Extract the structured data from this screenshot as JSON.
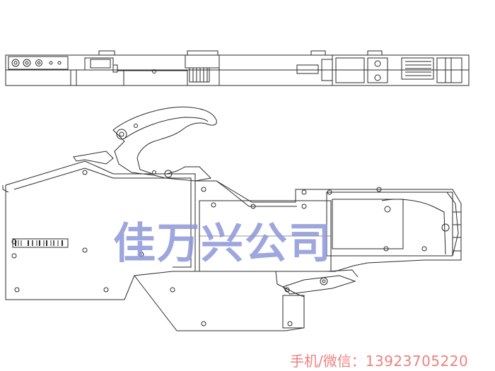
{
  "watermark": {
    "text": "佳万兴公司",
    "color": "#8d97d8"
  },
  "contact": {
    "label": "手机/微信：",
    "number": "13923705220",
    "color": "#f08080"
  },
  "drawing": {
    "stroke_color": "#2a2a2a"
  }
}
